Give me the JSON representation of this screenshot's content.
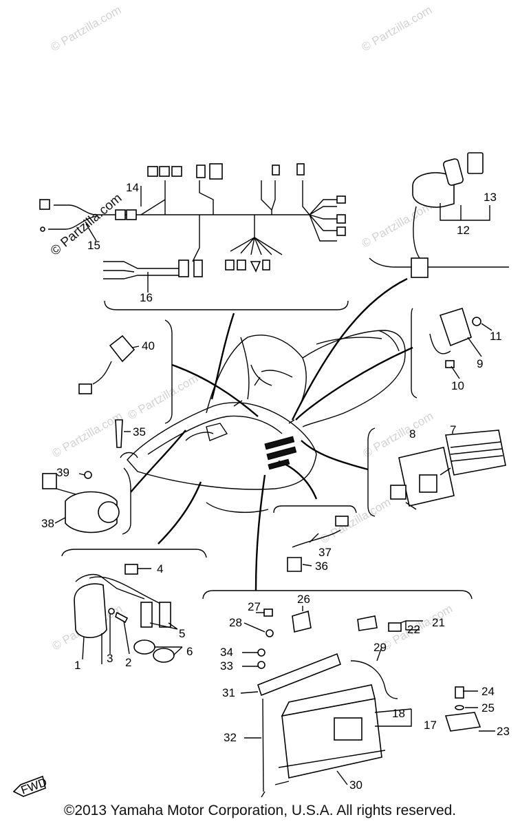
{
  "watermark": "© Partzilla.com",
  "fwd_label": "FWD",
  "copyright": "©2013 Yamaha Motor Corporation, U.S.A. All rights reserved.",
  "callouts": [
    "1",
    "2",
    "3",
    "4",
    "5",
    "6",
    "7",
    "8",
    "9",
    "10",
    "11",
    "12",
    "13",
    "14",
    "15",
    "16",
    "17",
    "18",
    "21",
    "22",
    "23",
    "24",
    "25",
    "26",
    "27",
    "28",
    "29",
    "30",
    "31",
    "32",
    "33",
    "34",
    "35",
    "36",
    "37",
    "38",
    "39",
    "40"
  ]
}
